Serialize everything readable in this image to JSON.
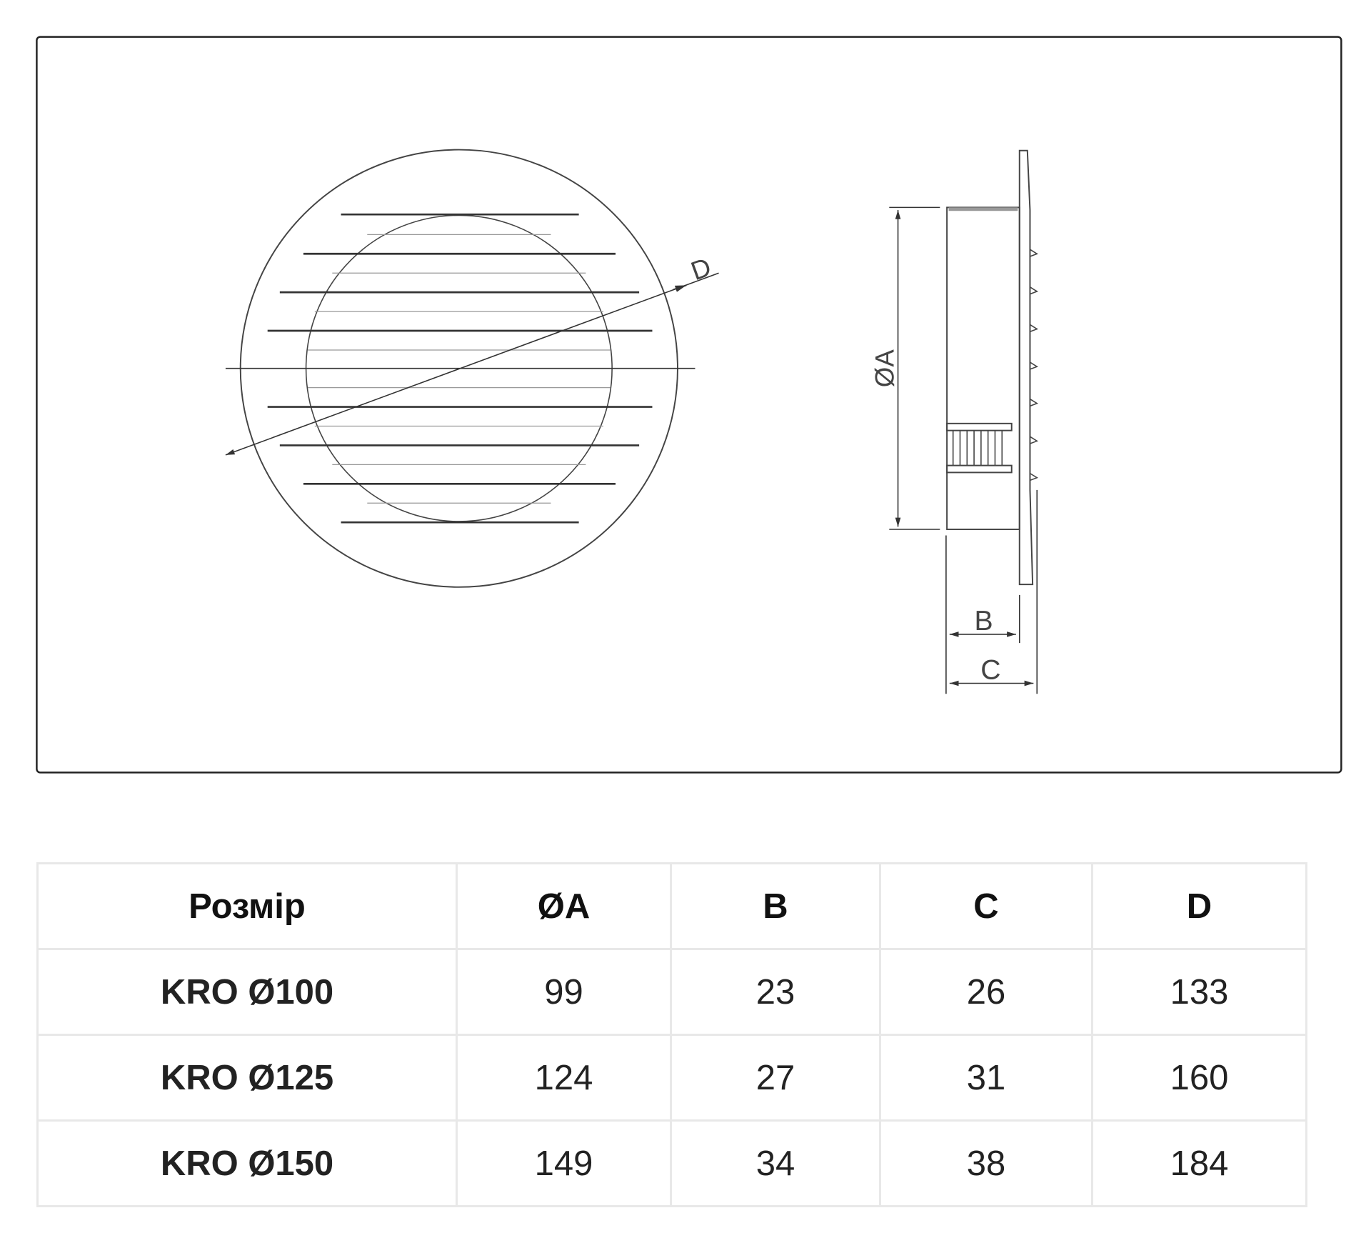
{
  "drawing": {
    "labels": {
      "d": "D",
      "a": "ØA",
      "b": "B",
      "c": "C"
    }
  },
  "table": {
    "headers": [
      "Розмір",
      "ØA",
      "B",
      "C",
      "D"
    ],
    "rows": [
      [
        "KRO Ø100",
        "99",
        "23",
        "26",
        "133"
      ],
      [
        "KRO Ø125",
        "124",
        "27",
        "31",
        "160"
      ],
      [
        "KRO Ø150",
        "149",
        "34",
        "38",
        "184"
      ]
    ]
  }
}
